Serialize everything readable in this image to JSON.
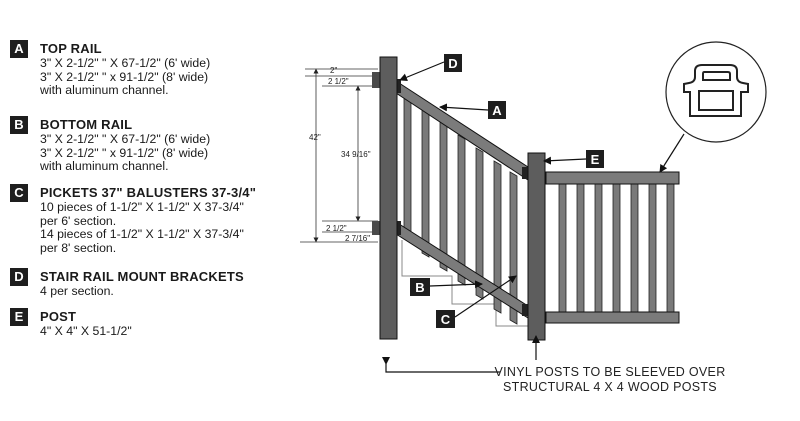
{
  "legend": [
    {
      "letter": "A",
      "title": "TOP RAIL",
      "lines": [
        "3\" X 2-1/2\" \" X 67-1/2\" (6' wide)",
        "3\" X 2-1/2\" \" x 91-1/2\" (8' wide)",
        "with aluminum channel."
      ]
    },
    {
      "letter": "B",
      "title": "BOTTOM RAIL",
      "lines": [
        "3\" X 2-1/2\" \" X 67-1/2\" (6' wide)",
        "3\" X 2-1/2\" \" x 91-1/2\" (8' wide)",
        "with aluminum channel."
      ]
    },
    {
      "letter": "C",
      "title": "PICKETS 37\"  BALUSTERS 37-3/4\"",
      "lines": [
        "10 pieces of 1-1/2\" X 1-1/2\" X 37-3/4\"",
        "per 6' section.",
        "14 pieces of 1-1/2\" X 1-1/2\" X 37-3/4\"",
        "per 8' section."
      ]
    },
    {
      "letter": "D",
      "title": "STAIR RAIL MOUNT BRACKETS",
      "lines": [
        "4 per section."
      ]
    },
    {
      "letter": "E",
      "title": "POST",
      "lines": [
        "4\" X 4\" X 51-1/2\""
      ]
    }
  ],
  "dimensions": {
    "top_gap": "2\"",
    "top_rail": "2 1/2\"",
    "overall_height": "42\"",
    "baluster_span": "34 9/16\"",
    "bottom_rail": "2 1/2\"",
    "bottom_gap": "2 7/16\""
  },
  "callout_tags": {
    "top_rail": "A",
    "bottom_rail": "B",
    "pickets": "C",
    "bracket": "D",
    "post": "E"
  },
  "note_lines": [
    "VINYL POSTS TO BE SLEEVED OVER",
    "STRUCTURAL 4 X 4 WOOD POSTS"
  ]
}
